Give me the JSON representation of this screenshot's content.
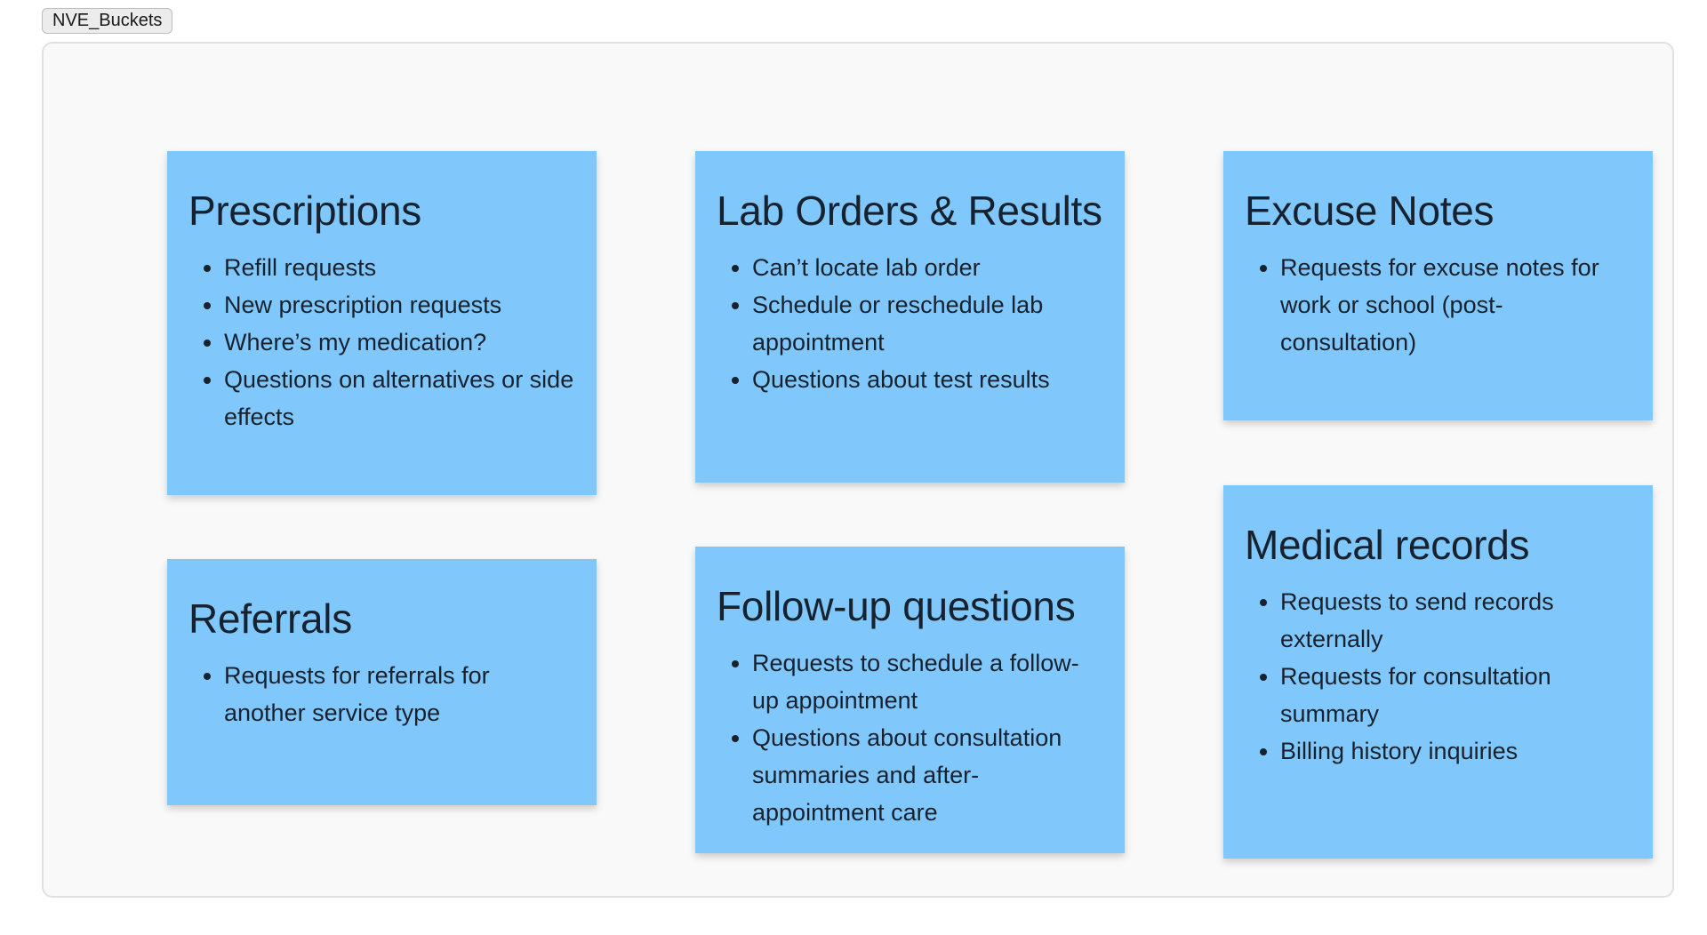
{
  "frame": {
    "label": "NVE_Buckets"
  },
  "notes": {
    "prescriptions": {
      "title": "Prescriptions",
      "items": [
        "Refill requests",
        "New prescription requests",
        "Where’s my medication?",
        "Questions on alternatives or side effects"
      ]
    },
    "lab": {
      "title": "Lab Orders & Results",
      "items": [
        "Can’t locate lab order",
        "Schedule or reschedule lab appointment",
        "Questions about test results"
      ]
    },
    "excuse": {
      "title": "Excuse Notes",
      "items": [
        "Requests for excuse notes for work or school (post-consultation)"
      ]
    },
    "referrals": {
      "title": "Referrals",
      "items": [
        "Requests for referrals for another service type"
      ]
    },
    "followup": {
      "title": "Follow-up questions",
      "items": [
        "Requests to schedule a follow-up appointment",
        "Questions about consultation summaries and after-appointment care"
      ]
    },
    "medical": {
      "title": "Medical records",
      "items": [
        "Requests to send records externally",
        "Requests for consultation summary",
        "Billing history inquiries"
      ]
    }
  },
  "colors": {
    "note_background": "#80c7fc",
    "frame_background": "#f9f9f9",
    "text": "#17222e"
  }
}
